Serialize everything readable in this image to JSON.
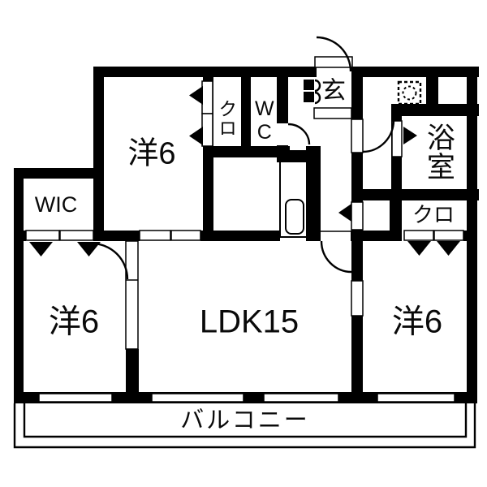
{
  "title": "apartment-floor-plan",
  "rooms": {
    "room_top_left": "洋6",
    "room_bottom_left": "洋6",
    "room_bottom_right": "洋6",
    "ldk": "LDK15",
    "wic": "WIC",
    "wc": "WC",
    "genkan": "玄",
    "bathroom": "浴室",
    "closet_top": "クロ",
    "closet_right": "クロ",
    "balcony": "バルコニー"
  },
  "colors": {
    "wall": "#000000",
    "floor": "#ffffff",
    "text": "#0a0a0a"
  },
  "icons": [
    "entrance-door-swing-icon",
    "wc-door-swing-icon",
    "washroom-door-swing-icon",
    "ldk-door-swing-icon",
    "bedroom-door-swing-icon",
    "washing-machine-pan-icon",
    "kitchen-sink-icon",
    "shoe-cabinet-icon",
    "closet-fold-door-triangle-icon",
    "balcony-railing"
  ]
}
